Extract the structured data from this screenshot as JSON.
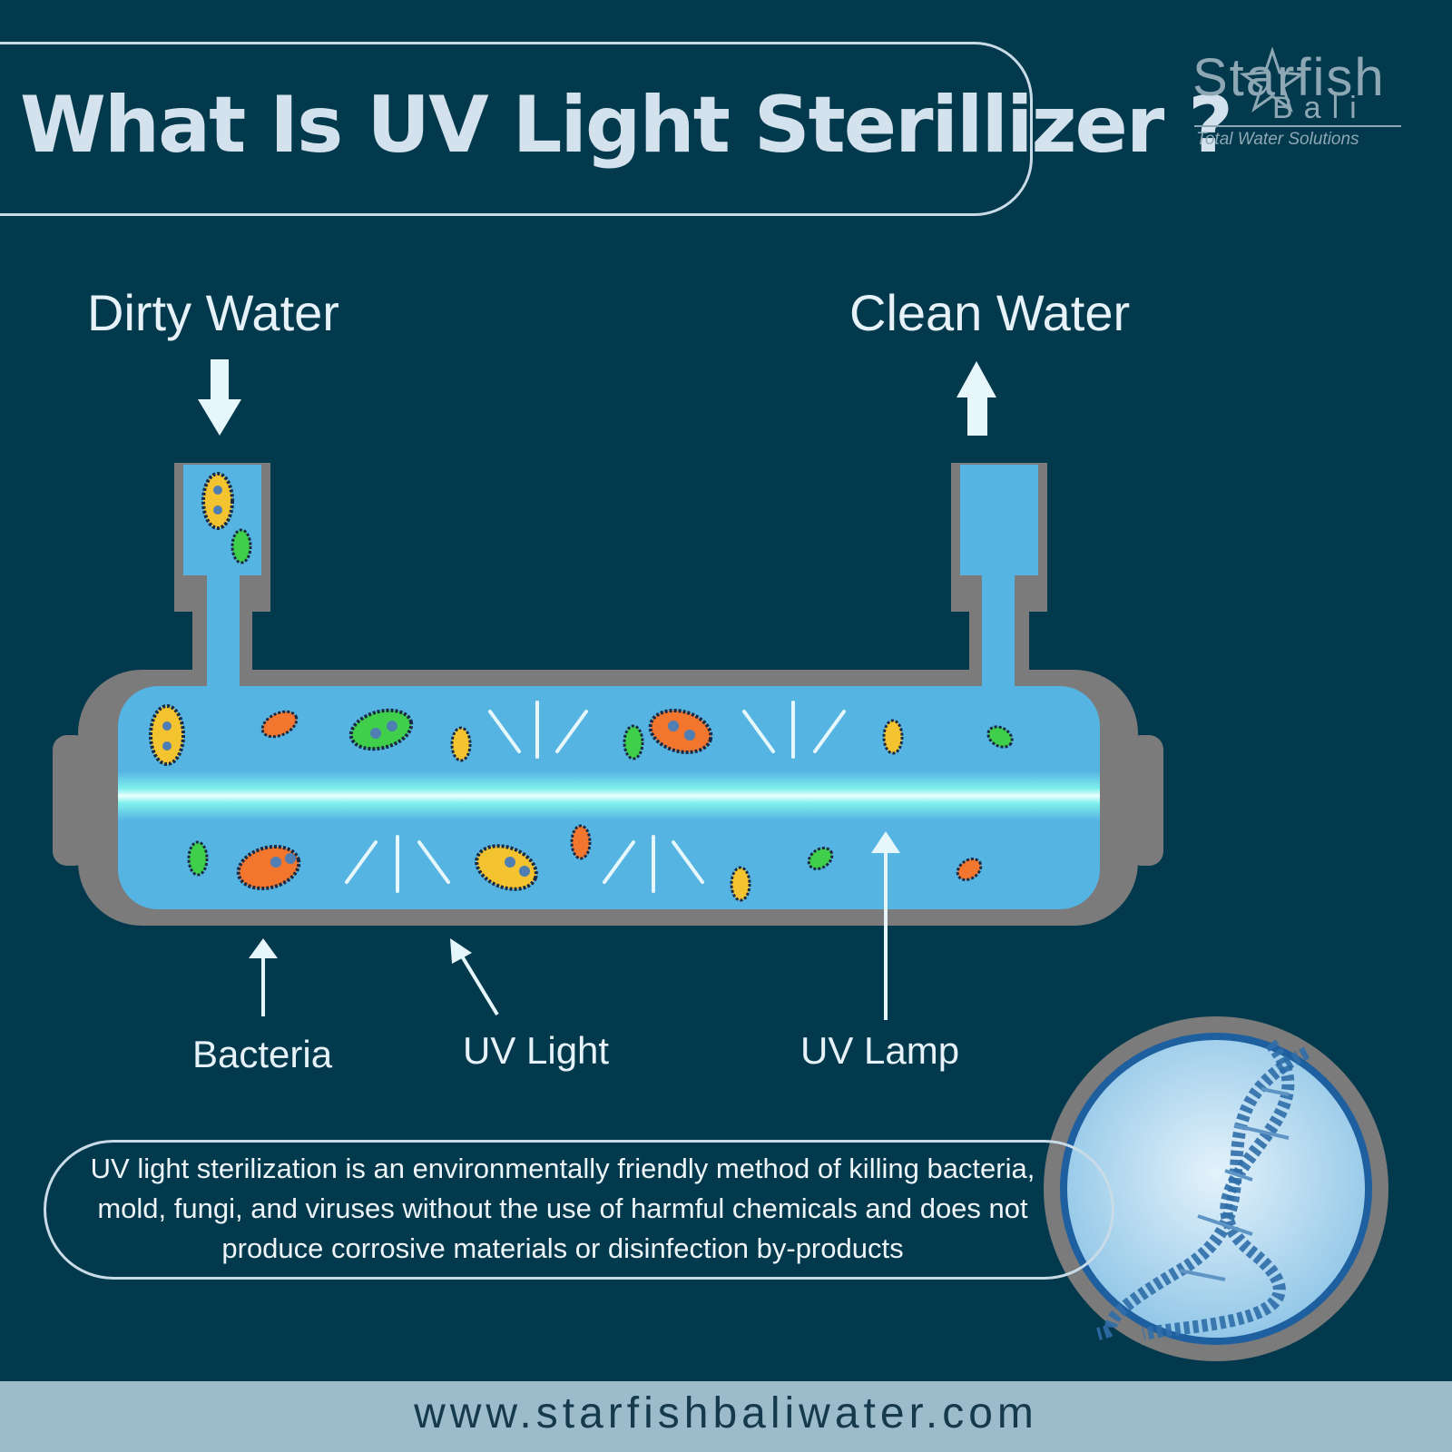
{
  "title": "What Is UV Light Sterillizer ?",
  "logo": {
    "word": "Starfish",
    "sub": "Bali",
    "tagline": "Total Water Solutions"
  },
  "labels": {
    "inlet": "Dirty Water",
    "outlet": "Clean Water",
    "bacteria": "Bacteria",
    "uv_light": "UV Light",
    "uv_lamp": "UV Lamp"
  },
  "description": "UV light sterilization is an environmentally friendly method of killing bacteria, mold, fungi, and viruses without the use of  harmful chemicals and does not produce corrosive materials or disinfection by-products",
  "footer_url": "www.starfishbaliwater.com",
  "colors": {
    "background": "#03394c",
    "water": "#56b4e3",
    "housing": "#7b7b7b",
    "lamp": "#7ff0ec",
    "bacteria_yellow": "#f4c430",
    "bacteria_green": "#3fcf4a",
    "bacteria_orange": "#f2762e"
  }
}
